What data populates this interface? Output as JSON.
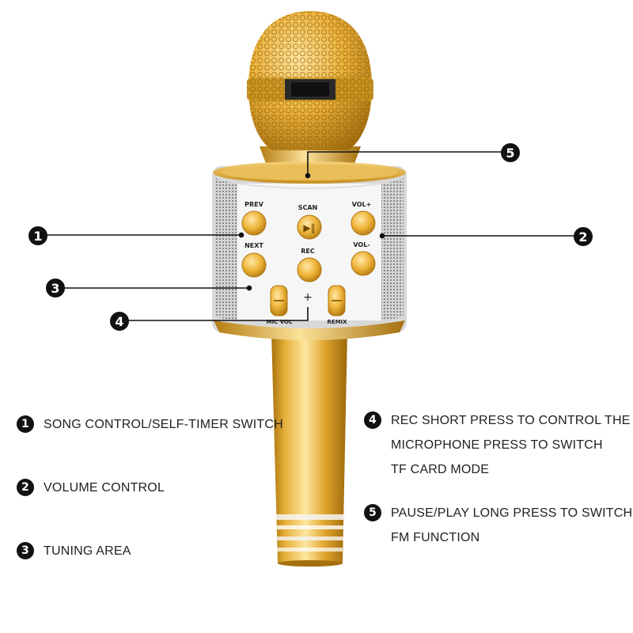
{
  "colors": {
    "gold_dark": "#b8860b",
    "gold_mid": "#e3ad2c",
    "gold_light": "#fbe08a",
    "panel": "#f4f4f4",
    "grille": "#c9c9c9",
    "callout": "#111111"
  },
  "buttons": {
    "prev": "PREV",
    "next": "NEXT",
    "scan": "SCAN",
    "rec": "REC",
    "vol_up": "VOL+",
    "vol_down": "VOL-",
    "mic_vol": "MIC VOL",
    "remix": "REMIX",
    "plus_sign": "+"
  },
  "callouts": [
    "1",
    "2",
    "3",
    "4",
    "5"
  ],
  "legend_left": [
    {
      "num": "1",
      "text": "SONG CONTROL/SELF-TIMER SWITCH"
    },
    {
      "num": "2",
      "text": "VOLUME CONTROL"
    },
    {
      "num": "3",
      "text": "TUNING AREA"
    }
  ],
  "legend_right": [
    {
      "num": "4",
      "text": "REC SHORT PRESS TO CONTROL THE\nMICROPHONE PRESS TO SWITCH\nTF CARD MODE"
    },
    {
      "num": "5",
      "text": "PAUSE/PLAY LONG PRESS TO SWITCH\nFM FUNCTION"
    }
  ]
}
